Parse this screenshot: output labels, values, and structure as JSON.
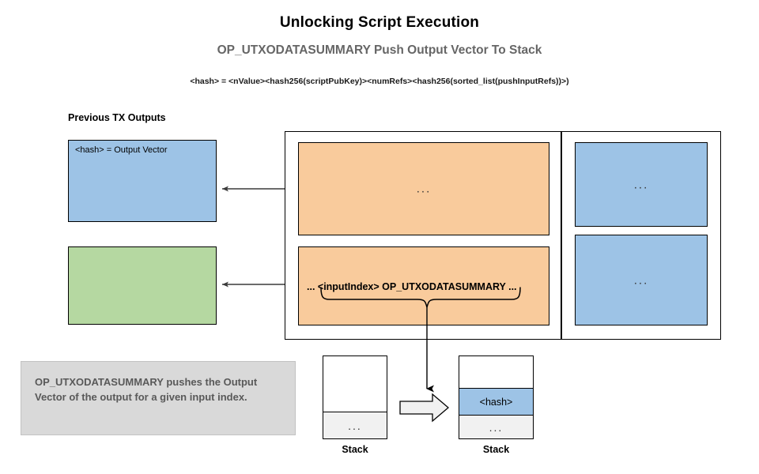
{
  "title": "Unlocking Script Execution",
  "subtitle": "OP_UTXODATASUMMARY Push Output Vector To Stack",
  "formula": "<hash> = <nValue><hash256(scriptPubKey)><numRefs><hash256(sorted_list(pushInputRefs))>)",
  "section_label": "Previous TX Outputs",
  "previous_outputs": [
    {
      "label": "<hash> = Output Vector",
      "color": "#9dc3e6"
    },
    {
      "label": "",
      "color": "#b5d8a1"
    }
  ],
  "tx_inputs": [
    {
      "text": "...",
      "color": "#f9cb9c"
    },
    {
      "script": "... <inputIndex> OP_UTXODATASUMMARY ...",
      "color": "#f9cb9c"
    }
  ],
  "tx_outputs": [
    {
      "text": "...",
      "color": "#9dc3e6"
    },
    {
      "text": "...",
      "color": "#9dc3e6"
    }
  ],
  "caption": "OP_UTXODATASUMMARY pushes the Output Vector of the output for a given input index.",
  "stacks": {
    "before": {
      "caption": "Stack",
      "cells": [
        {
          "text": "",
          "kind": "empty"
        },
        {
          "text": "...",
          "kind": "dots"
        }
      ]
    },
    "after": {
      "caption": "Stack",
      "cells": [
        {
          "text": "",
          "kind": "empty"
        },
        {
          "text": "<hash>",
          "kind": "hash"
        },
        {
          "text": "...",
          "kind": "dots"
        }
      ]
    }
  },
  "colors": {
    "blue": "#9dc3e6",
    "green": "#b5d8a1",
    "orange": "#f9cb9c",
    "caption_bg": "#d9d9d9",
    "caption_text": "#595959",
    "subtitle_text": "#666666",
    "stroke": "#000000"
  }
}
